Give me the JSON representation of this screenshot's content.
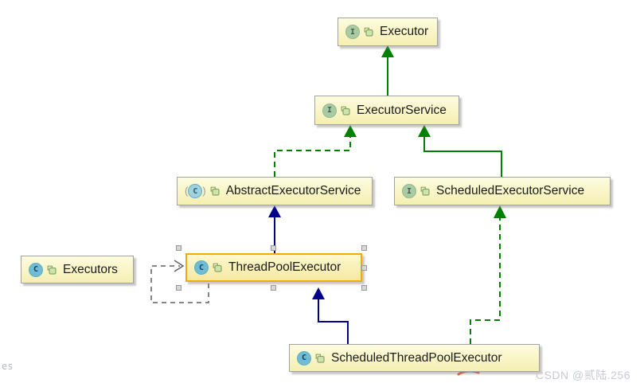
{
  "diagram": {
    "nodes": [
      {
        "label": "Executor",
        "kind": "interface",
        "selected": false
      },
      {
        "label": "ExecutorService",
        "kind": "interface",
        "selected": false
      },
      {
        "label": "AbstractExecutorService",
        "kind": "abstract_class",
        "selected": false
      },
      {
        "label": "ScheduledExecutorService",
        "kind": "interface",
        "selected": false
      },
      {
        "label": "ThreadPoolExecutor",
        "kind": "class",
        "selected": true
      },
      {
        "label": "Executors",
        "kind": "class",
        "selected": false
      },
      {
        "label": "ScheduledThreadPoolExecutor",
        "kind": "class",
        "selected": false
      }
    ],
    "edges": [
      {
        "from": "ExecutorService",
        "to": "Executor",
        "type": "extends",
        "style": "solid-green"
      },
      {
        "from": "AbstractExecutorService",
        "to": "ExecutorService",
        "type": "implements",
        "style": "dashed-green"
      },
      {
        "from": "ScheduledExecutorService",
        "to": "ExecutorService",
        "type": "extends",
        "style": "solid-green"
      },
      {
        "from": "ThreadPoolExecutor",
        "to": "AbstractExecutorService",
        "type": "extends",
        "style": "solid-navy"
      },
      {
        "from": "ScheduledThreadPoolExecutor",
        "to": "ThreadPoolExecutor",
        "type": "extends",
        "style": "solid-navy"
      },
      {
        "from": "ScheduledThreadPoolExecutor",
        "to": "ScheduledExecutorService",
        "type": "implements",
        "style": "dashed-green"
      },
      {
        "from": "ThreadPoolExecutor",
        "to": "ThreadPoolExecutor",
        "type": "dependency",
        "style": "dashed-gray"
      }
    ],
    "icons": {
      "interface_letter": "I",
      "class_letter": "C",
      "abstract_open": "(",
      "abstract_close": ")"
    },
    "colors": {
      "interface_edge": "#008000",
      "class_edge": "#00008b",
      "dependency_edge": "#5f5f5f",
      "node_border": "#a3a3a3",
      "selection_border": "#f0ad00",
      "interface_icon": "#a9cba4",
      "class_icon": "#6fbcd4"
    }
  },
  "watermark": {
    "text": "CSDN @贰陆.256"
  },
  "page_edge_text": {
    "text": "es"
  }
}
